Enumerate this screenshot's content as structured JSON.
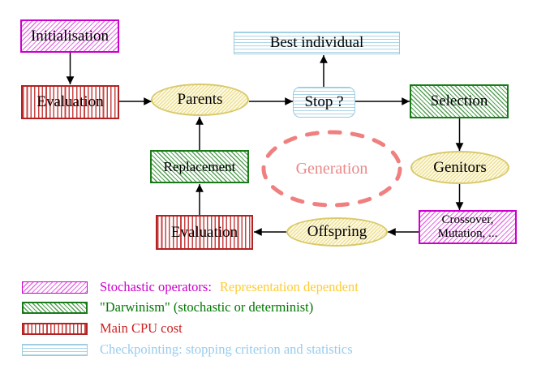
{
  "diagram": {
    "nodes": {
      "initialisation": "Initialisation",
      "evaluation_top": "Evaluation",
      "parents": "Parents",
      "best_individual": "Best individual",
      "stop": "Stop ?",
      "selection": "Selection",
      "replacement": "Replacement",
      "generation": "Generation",
      "genitors": "Genitors",
      "evaluation_bottom": "Evaluation",
      "offspring": "Offspring",
      "crossover_line1": "Crossover,",
      "crossover_line2": "Mutation, ..."
    },
    "arrows": [
      "initialisation-to-evaluation",
      "evaluation-to-parents",
      "parents-to-stop",
      "stop-to-best-individual",
      "stop-to-selection",
      "selection-to-genitors",
      "genitors-to-crossover",
      "crossover-to-offspring",
      "offspring-to-evaluation",
      "evaluation-to-replacement",
      "replacement-to-parents"
    ]
  },
  "legend": {
    "items": [
      {
        "pattern": "magenta-hatch",
        "segments": [
          {
            "text": "Stochastic operators:",
            "color": "#CC00CC"
          },
          {
            "text": "Representation dependent",
            "color": "#FFCC33"
          }
        ]
      },
      {
        "pattern": "green-hatch",
        "segments": [
          {
            "text": "\"Darwinism\" (stochastic or determinist)",
            "color": "#007700"
          }
        ]
      },
      {
        "pattern": "red-vertical-stripes",
        "segments": [
          {
            "text": "Main CPU cost",
            "color": "#CC2222"
          }
        ]
      },
      {
        "pattern": "cyan-horizontal-stripes",
        "segments": [
          {
            "text": "Checkpointing: stopping criterion and statistics",
            "color": "#99CCEE"
          }
        ]
      }
    ]
  },
  "palette": {
    "stochastic_border": "#CC00CC",
    "stochastic_hatch": "#E570E5",
    "darwinism_border": "#1A7A1A",
    "darwinism_hatch": "#55A055",
    "cpu_border": "#B22222",
    "cpu_stripe": "#C84444",
    "checkpoint_border": "#9CCADE",
    "checkpoint_stripe": "#AAD4E6",
    "population_border": "#D9C96A",
    "population_hatch": "#EDE095",
    "generation_loop": "#F08080",
    "arrow": "#000000",
    "background": "#FFFFFF"
  }
}
